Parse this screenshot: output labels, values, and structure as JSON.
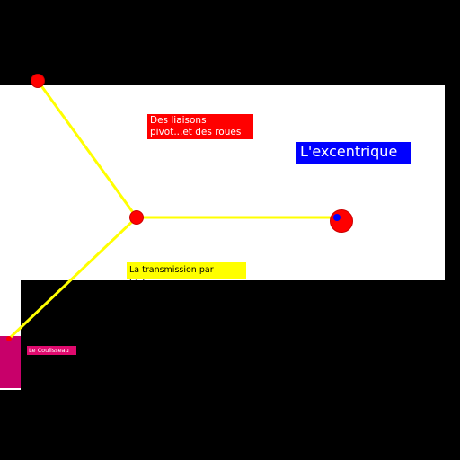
{
  "labels": {
    "liaisons": "Des liaisons\npivot...et des roues",
    "excentrique": "L'excentrique",
    "transmission": "La transmission par bielles",
    "coulisseau": "Le Coulisseau"
  },
  "colors": {
    "background": "#000000",
    "panel": "#ffffff",
    "rod": "#ffff00",
    "joint": "#ff0000",
    "eccentric_pin": "#0000ff",
    "coulisseau": "#c8006a"
  }
}
